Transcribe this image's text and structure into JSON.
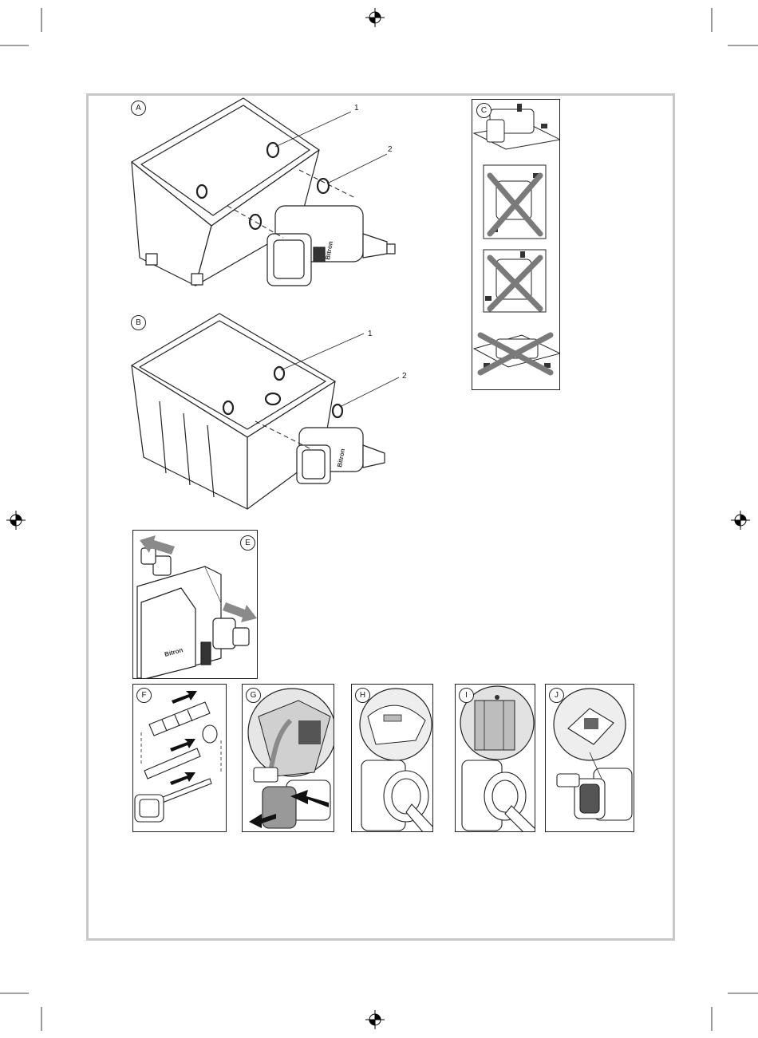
{
  "figures": {
    "A": {
      "label": "A",
      "callouts": [
        "1",
        "2"
      ],
      "brand": "Bitron"
    },
    "B": {
      "label": "B",
      "callouts": [
        "1",
        "2"
      ],
      "brand": "Bitron"
    },
    "C": {
      "label": "C"
    },
    "E": {
      "label": "E",
      "brand": "Bitron"
    },
    "F": {
      "label": "F"
    },
    "G": {
      "label": "G"
    },
    "H": {
      "label": "H"
    },
    "I": {
      "label": "I"
    },
    "J": {
      "label": "J"
    }
  },
  "colors": {
    "line": "#222222",
    "frame": "#c8c8c8",
    "arrow_gray": "#8a8a8a",
    "cross_gray": "#7a7a7a"
  }
}
